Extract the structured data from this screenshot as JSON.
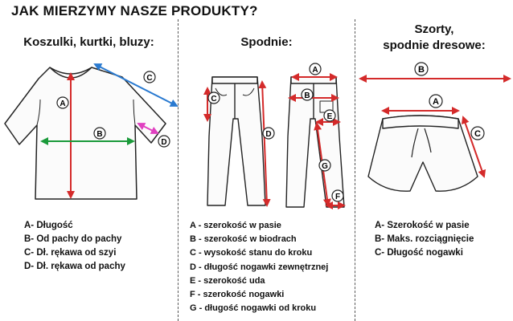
{
  "title": "JAK MIERZYMY NASZE PRODUKTY?",
  "sections": {
    "shirts": {
      "heading": "Koszulki, kurtki, bluzy:",
      "markers": [
        "A",
        "B",
        "C",
        "D"
      ],
      "legend": [
        "A- Długość",
        "B- Od pachy do pachy",
        "C- Dł. rękawa od szyi",
        "D- Dł. rękawa od pachy"
      ]
    },
    "trousers": {
      "heading": "Spodnie:",
      "markers": [
        "A",
        "B",
        "C",
        "D",
        "E",
        "F",
        "G"
      ],
      "legend": [
        "A - szerokość w pasie",
        "B - szerokość w biodrach",
        "C - wysokość stanu do kroku",
        "D - długość nogawki zewnętrznej",
        "E - szerokość uda",
        "F - szerokość nogawki",
        "G - długość nogawki od kroku"
      ]
    },
    "shorts": {
      "heading_line1": "Szorty,",
      "heading_line2": "spodnie dresowe:",
      "markers": [
        "A",
        "B",
        "C"
      ],
      "legend": [
        "A- Szerokość w pasie",
        "B- Maks. rozciągnięcie",
        "C- Długość nogawki"
      ]
    }
  },
  "colors": {
    "red": "#d42a2a",
    "green": "#1a9a3a",
    "blue": "#2a7ad0",
    "pink": "#e040c0",
    "ink": "#222222"
  }
}
